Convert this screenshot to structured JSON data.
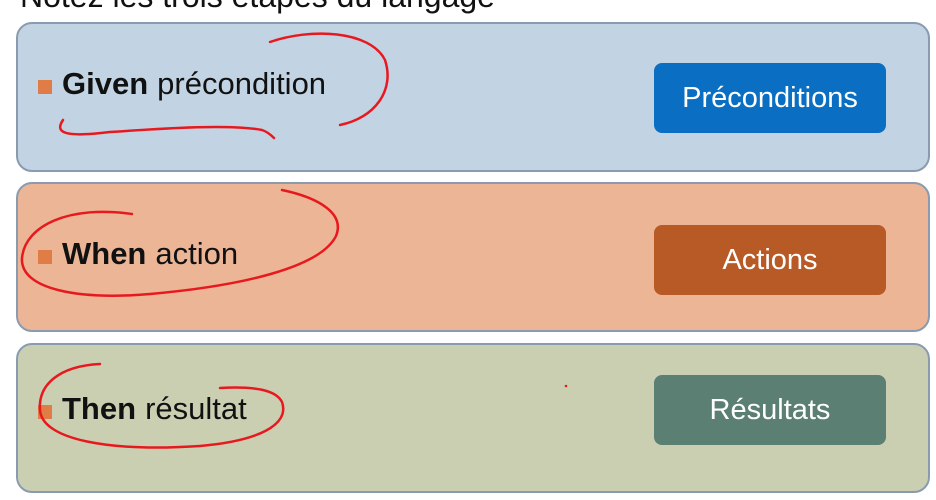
{
  "header": {
    "text": "Notez les trois étapes du langage"
  },
  "rows": [
    {
      "keyword": "Given",
      "text": "précondition",
      "tag": "Préconditions",
      "panel_color": "#c2d3e3",
      "tag_color": "#0a6fc2"
    },
    {
      "keyword": "When",
      "text": "action",
      "tag": "Actions",
      "panel_color": "#ebb596",
      "tag_color": "#b85a26"
    },
    {
      "keyword": "Then",
      "text": "résultat",
      "tag": "Résultats",
      "panel_color": "#cacfb2",
      "tag_color": "#5b7f73"
    }
  ],
  "colors": {
    "bullet": "#e07c45",
    "annotation_ink": "#e8191e",
    "panel_border": "#8a9bb0"
  }
}
